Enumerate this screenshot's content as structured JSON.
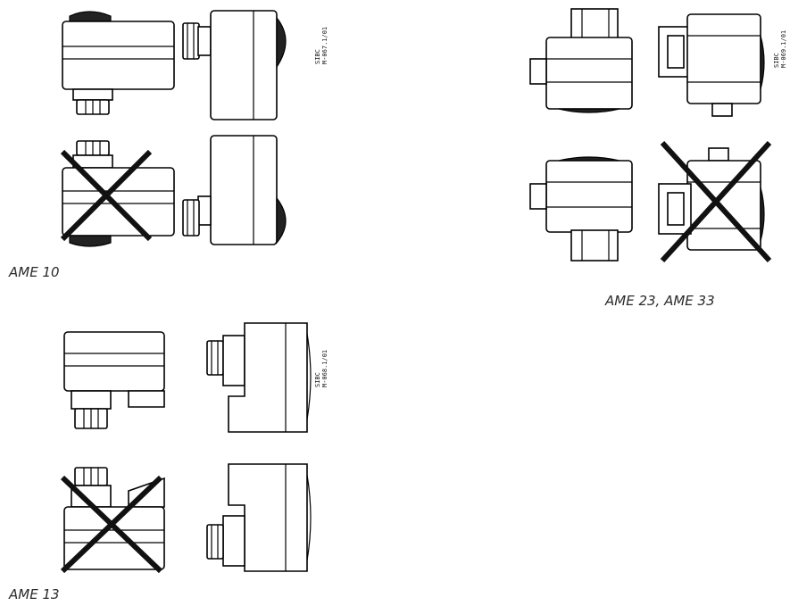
{
  "groups": [
    {
      "caption": "AME 10",
      "code_line1": "SIBC",
      "code_line2": "M-067.1/01"
    },
    {
      "caption": "AME 23, AME 33",
      "code_line1": "SIBC",
      "code_line2": "M-069.1/01"
    },
    {
      "caption": "AME 13",
      "code_line1": "SIBC",
      "code_line2": "M-068.1/01"
    }
  ]
}
